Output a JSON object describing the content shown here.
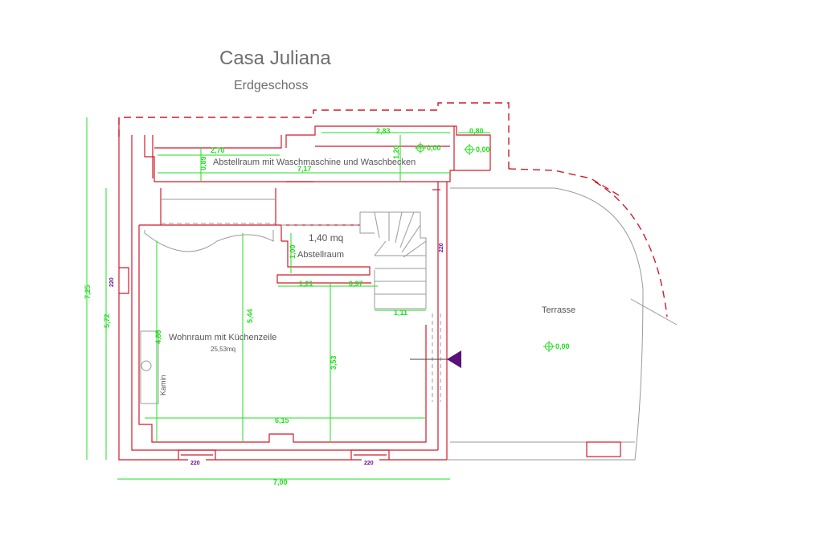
{
  "title": "Casa Juliana",
  "subtitle": "Erdgeschoss",
  "rooms": {
    "storage_top": "Abstellraum mit Waschmaschine und Waschbecken",
    "storage_small_area": "1,40 mq",
    "storage_small": "Abstellraum",
    "living": "Wohnraum mit Küchenzeile",
    "living_area": "25,53mq",
    "fireplace": "Kamin",
    "terrace": "Terrasse"
  },
  "dimensions": {
    "top_283": "2,83",
    "top_080": "0,80",
    "top_270": "2,70",
    "top_717": "7,17",
    "v_089": "0,89",
    "v_120": "1,20",
    "v_100": "1,00",
    "s_121": "1,21",
    "s_097": "0,97",
    "s_111": "1,11",
    "v_544": "5,44",
    "v_485": "4,85",
    "v_353": "3,53",
    "w_615": "6,15",
    "total_w": "7,00",
    "total_h1": "7,25",
    "total_h2": "5,72"
  },
  "window_marks": {
    "left": "220",
    "bottom_left": "220",
    "bottom_right": "220",
    "stair_side": "220"
  },
  "elevation_marks": {
    "a": "0,00",
    "b": "0,00",
    "c": "0,00"
  },
  "colors": {
    "walls": "#d11a2a",
    "dimensions": "#22dd22",
    "window_marks": "#6a0f8a",
    "text": "#555555"
  }
}
